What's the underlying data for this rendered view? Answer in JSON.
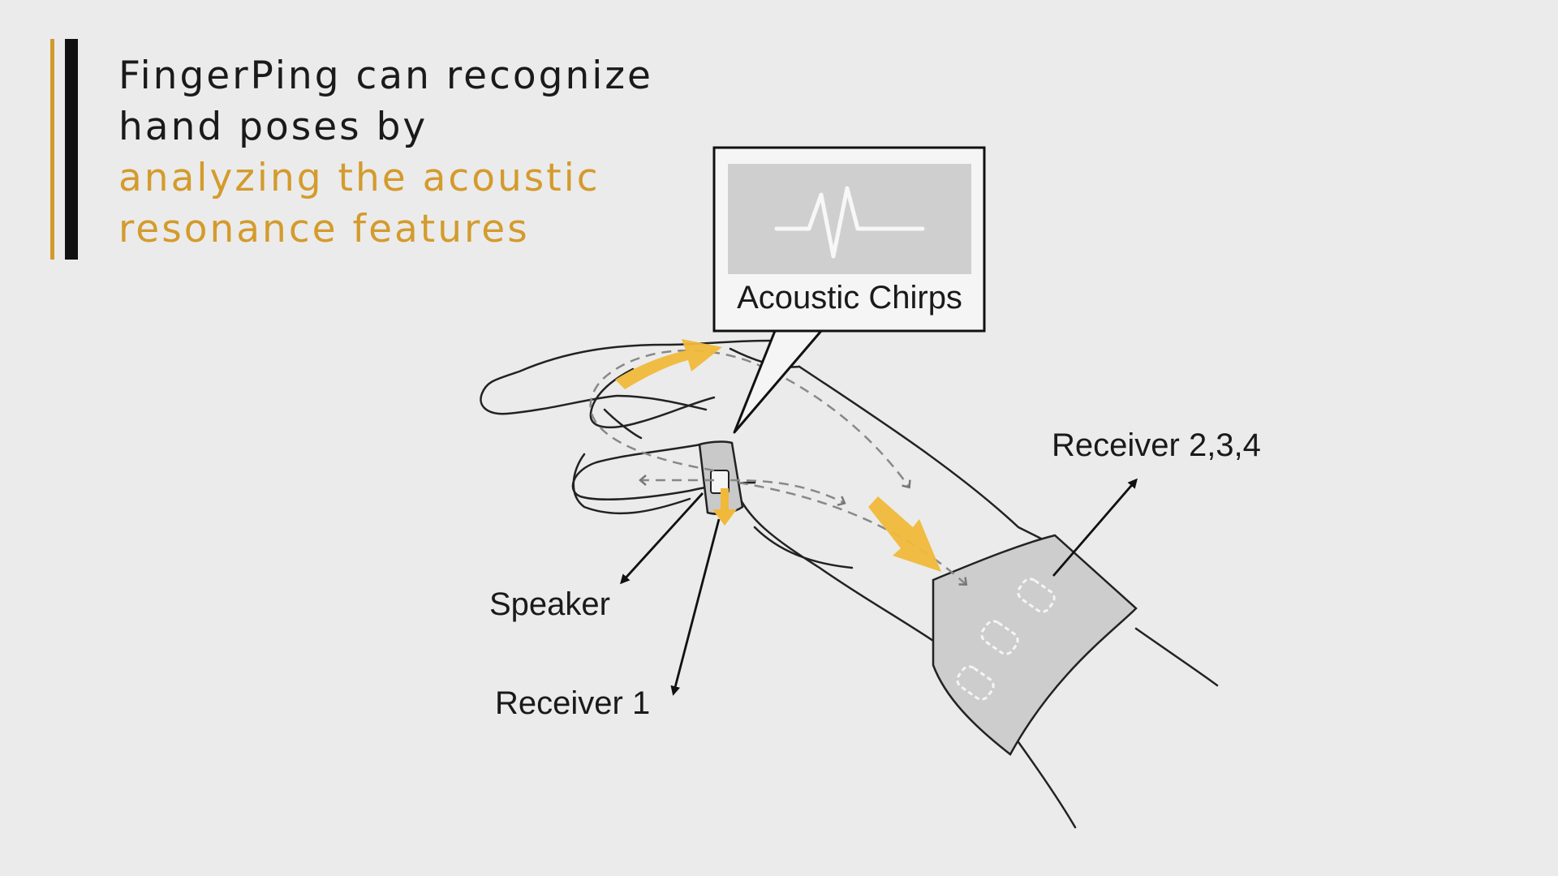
{
  "headline": {
    "line1": "FingerPing can recognize",
    "line2": "hand poses by",
    "highlight1": "analyzing the acoustic",
    "highlight2": "resonance features"
  },
  "diagram": {
    "callout_label": "Acoustic Chirps",
    "speaker_label": "Speaker",
    "receiver1_label": "Receiver 1",
    "receiver234_label": "Receiver 2,3,4"
  },
  "colors": {
    "background": "#ebebeb",
    "accent": "#d49b2c",
    "arrow_yellow": "#f0b93a",
    "text": "#1a1a1a"
  },
  "icons": [
    "waveform-icon"
  ]
}
